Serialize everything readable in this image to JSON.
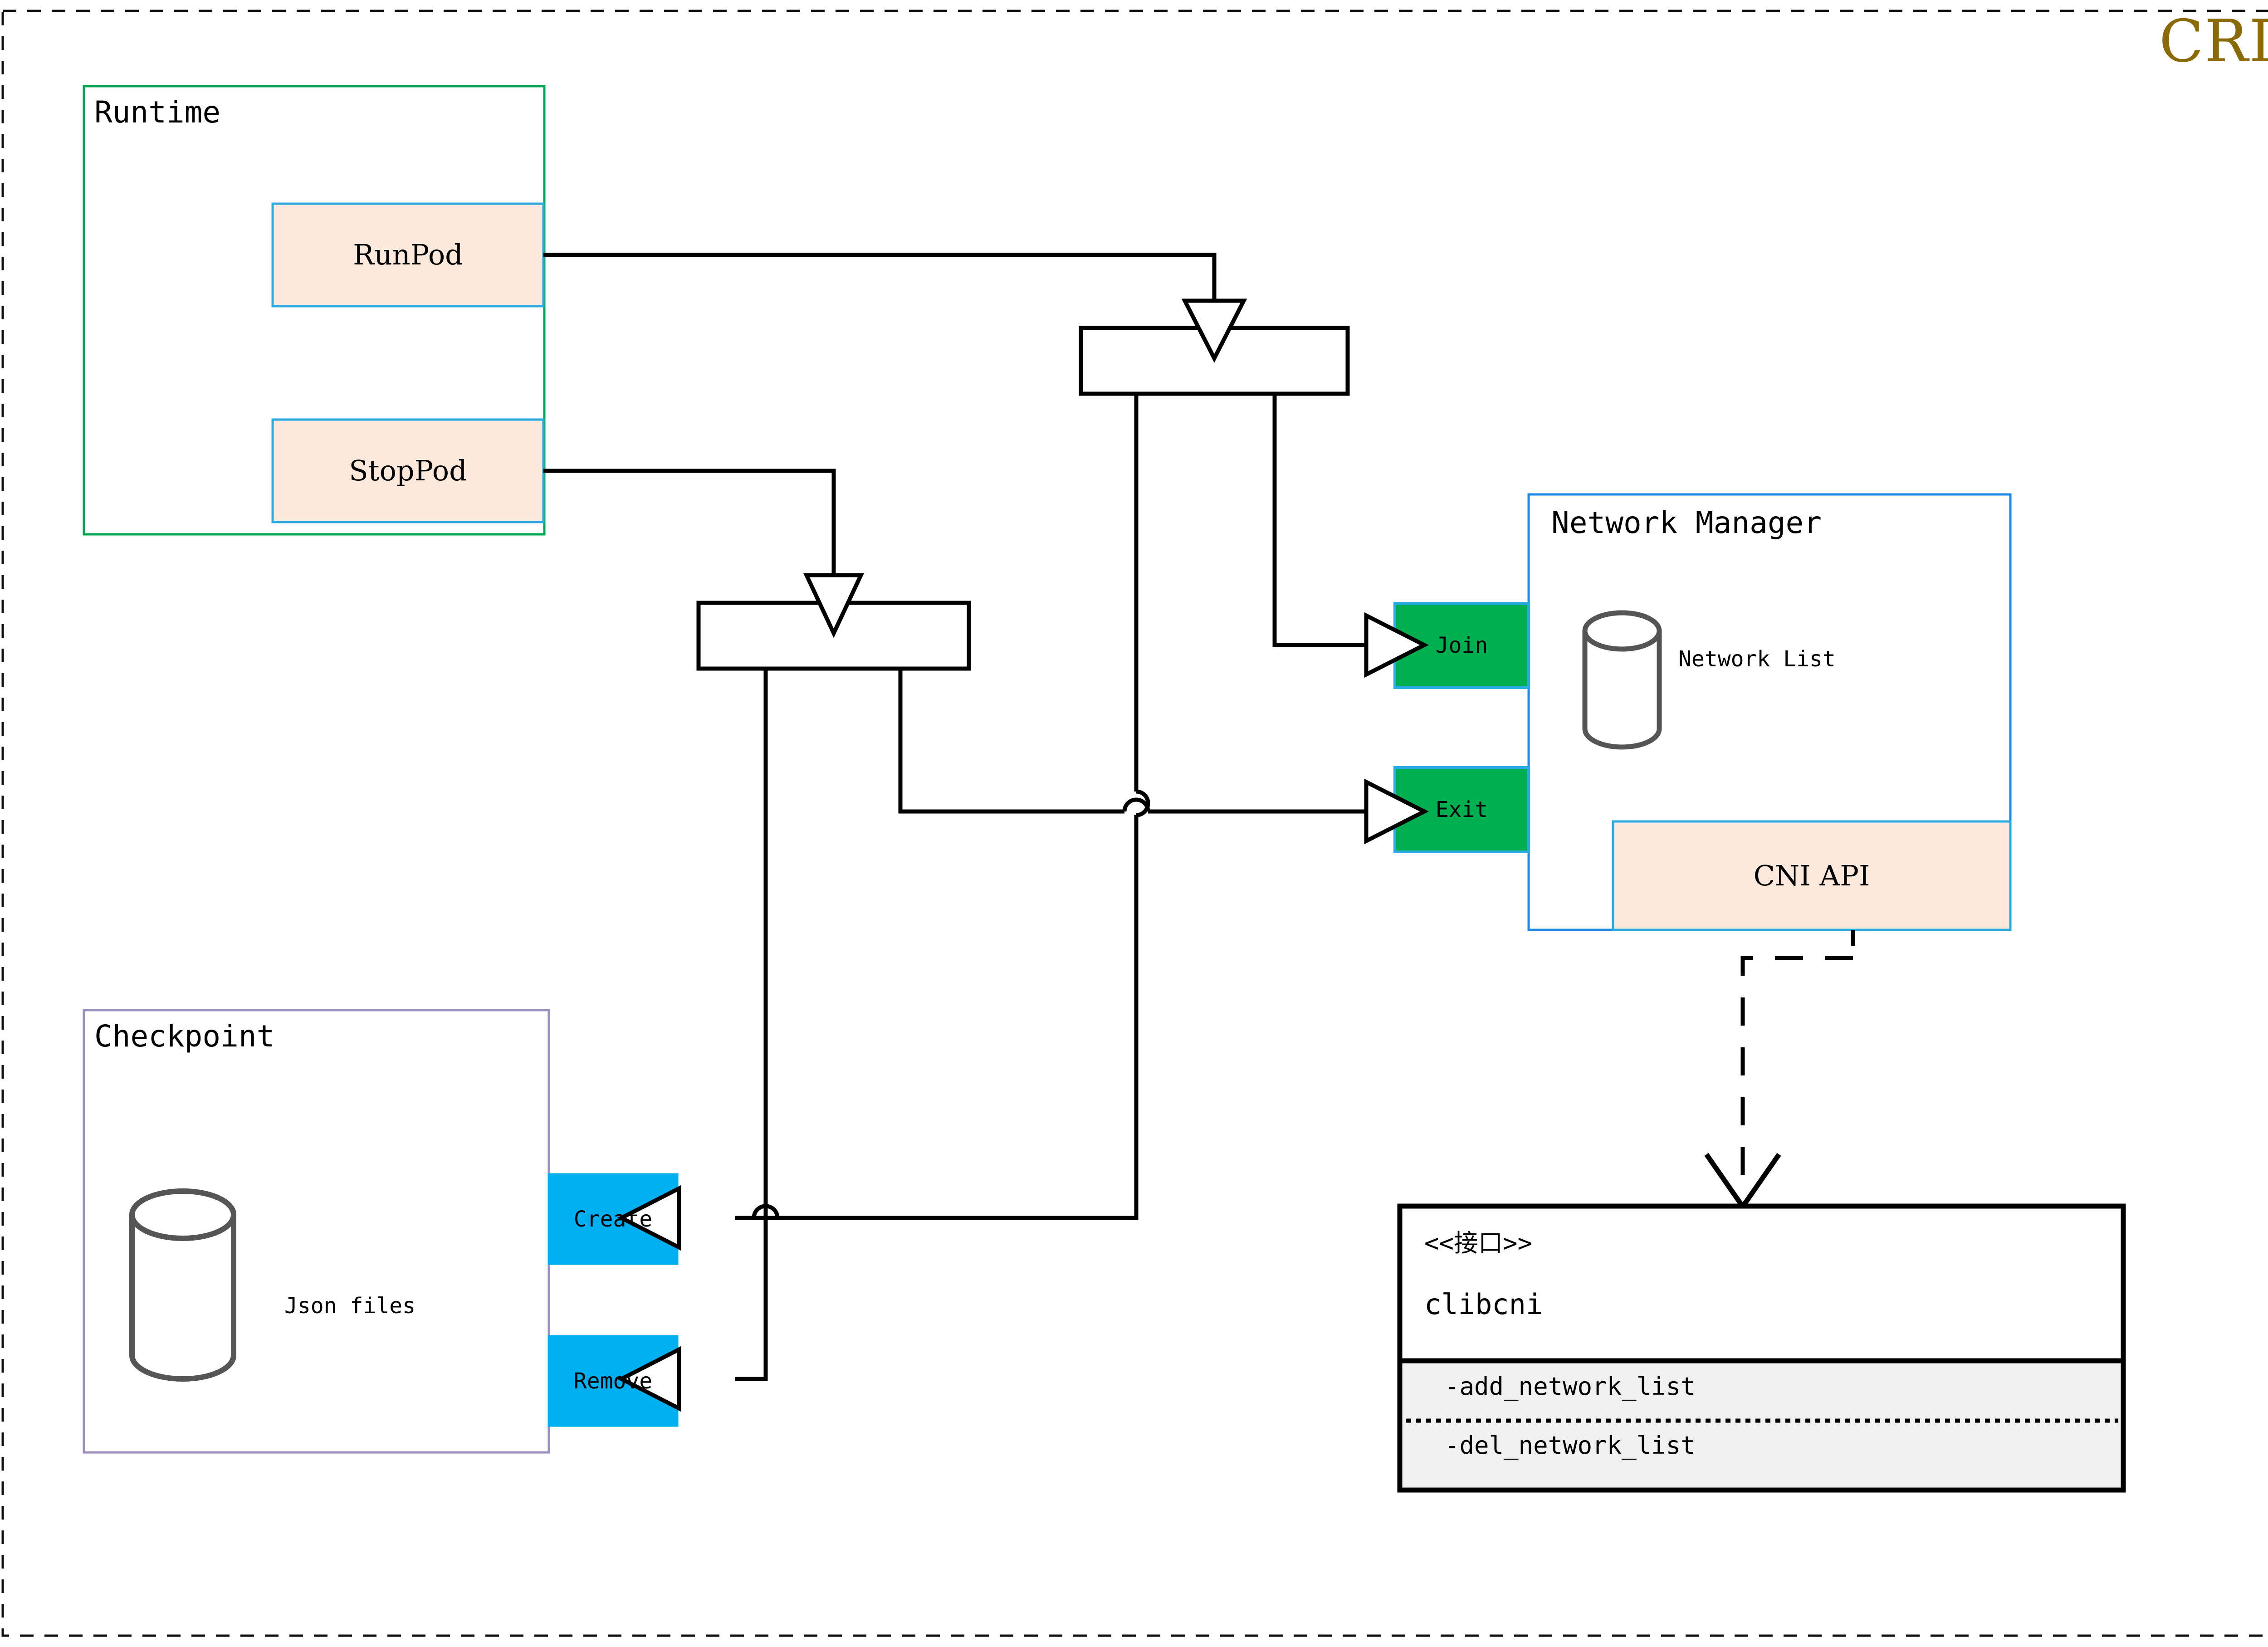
{
  "diagram": {
    "title": "CRI",
    "title_color": "#8a6a06",
    "outer_border_style": "dashed"
  },
  "groups": {
    "runtime": {
      "label": "Runtime",
      "border_color": "#00a651"
    },
    "checkpoint": {
      "label": "Checkpoint",
      "border_color": "#9a8fbf",
      "store_label": "Json files",
      "store_icon": "database-cylinder-icon"
    },
    "network_manager": {
      "label": "Network Manager",
      "border_color": "#1e88e5",
      "store_label": "Network List",
      "store_icon": "database-cylinder-icon"
    }
  },
  "nodes": {
    "runpod": {
      "label": "RunPod",
      "fill": "#fce9dc",
      "border": "#29abe2"
    },
    "stoppod": {
      "label": "StopPod",
      "fill": "#fce9dc",
      "border": "#29abe2"
    },
    "join": {
      "label": "Join",
      "fill": "#00b050",
      "border": "#29abe2"
    },
    "exit": {
      "label": "Exit",
      "fill": "#00b050",
      "border": "#29abe2"
    },
    "create": {
      "label": "Create",
      "fill": "#00b0f0",
      "border": "#00b0f0"
    },
    "remove": {
      "label": "Remove",
      "fill": "#00b0f0",
      "border": "#00b0f0"
    },
    "cni_api": {
      "label": "CNI API",
      "fill": "#fce9dc",
      "border": "#29abe2"
    },
    "junction_top": {
      "label": "",
      "fill": "#ffffff",
      "border": "#000000"
    },
    "junction_bottom": {
      "label": "",
      "fill": "#ffffff",
      "border": "#000000"
    }
  },
  "interface": {
    "stereotype": "<<接口>>",
    "name": "clibcni",
    "methods": [
      "-add_network_list",
      "-del_network_list"
    ],
    "methods_bg": "#f0f0f0",
    "border": "#000000"
  }
}
